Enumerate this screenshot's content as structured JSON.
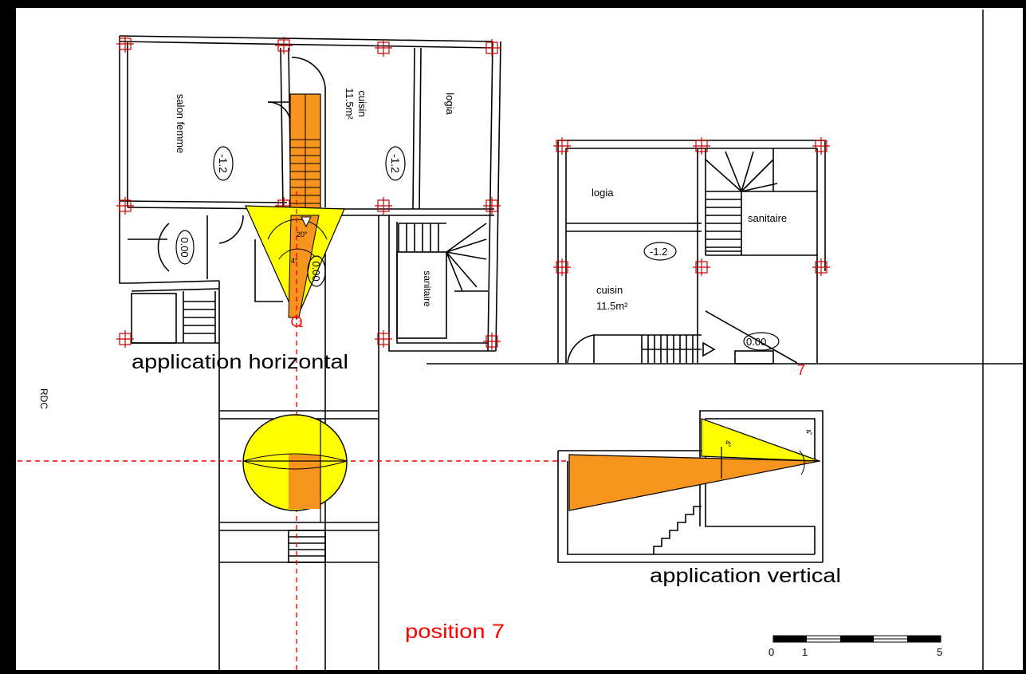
{
  "labels": {
    "salon_femme": "salon femme",
    "cuisin_left": "cuisin",
    "area_left": "11.5m²",
    "logia_left": "logia",
    "level_salon": "-1.2",
    "level_cuisin": "-1.2",
    "level_entry": "0.00",
    "level_stair": "0.00",
    "sanitaire_left": "sanitaire",
    "angle_20": "20°",
    "angle_4": "4°",
    "position_marker_left": "1",
    "app_horizontal": "application horizontal",
    "rdc": "RDC",
    "logia_right": "logia",
    "sanitaire_right": "sanitaire",
    "level_right_cuisin": "-1.2",
    "cuisin_right": "cuisin",
    "area_right": "11.5m²",
    "level_right_stair": "0.00",
    "position_marker_right": "7",
    "app_vertical": "application vertical",
    "angle_v1": "4°",
    "angle_v2": "4°",
    "position_title": "position 7",
    "scale_0": "0",
    "scale_1": "1",
    "scale_5": "5"
  },
  "colors": {
    "wall": "#000000",
    "orange": "#f7941d",
    "yellow": "#ffff00",
    "axis": "#ff0000",
    "title": "#ff0000"
  }
}
